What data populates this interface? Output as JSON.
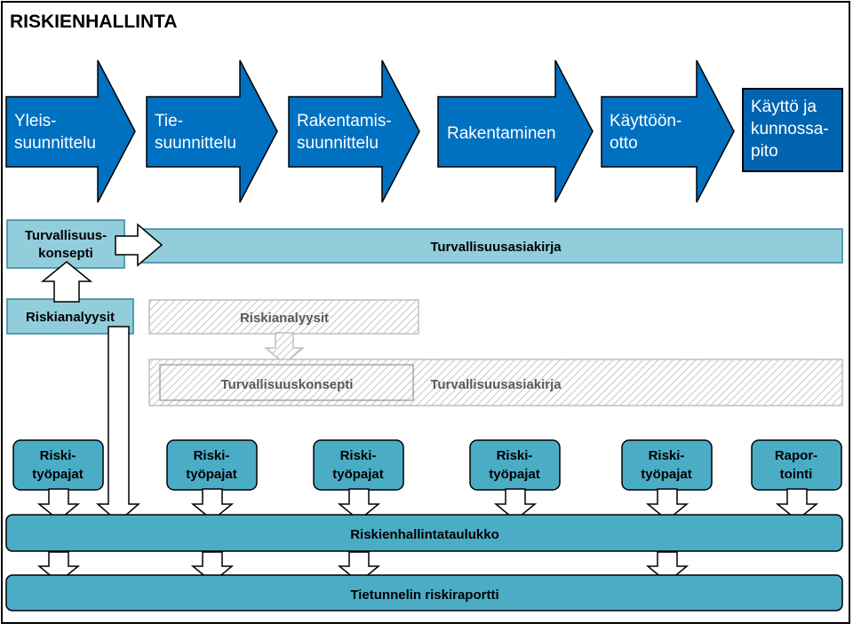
{
  "title": "RISKIENHALLINTA",
  "phases": [
    {
      "lines": [
        "Yleis-",
        "suunnittelu"
      ]
    },
    {
      "lines": [
        "Tie-",
        "suunnittelu"
      ]
    },
    {
      "lines": [
        "Rakentamis-",
        "suunnittelu"
      ]
    },
    {
      "lines": [
        "Rakentaminen"
      ]
    },
    {
      "lines": [
        "Käyttöön-",
        "otto"
      ]
    },
    {
      "lines": [
        "Käyttö ja",
        "kunnossa-",
        "pito"
      ]
    }
  ],
  "safety_concept": {
    "lines": [
      "Turvallisuus-",
      "konsepti"
    ]
  },
  "safety_document": "Turvallisuusasiakirja",
  "risk_analyses": "Riskianalyysit",
  "future": {
    "risk_analyses": "Riskianalyysit",
    "safety_concept": "Turvallisuuskonsepti",
    "safety_document": "Turvallisuusasiakirja"
  },
  "workshops": [
    {
      "lines": [
        "Riski-",
        "työpajat"
      ]
    },
    {
      "lines": [
        "Riski-",
        "työpajat"
      ]
    },
    {
      "lines": [
        "Riski-",
        "työpajat"
      ]
    },
    {
      "lines": [
        "Riski-",
        "työpajat"
      ]
    },
    {
      "lines": [
        "Riski-",
        "työpajat"
      ]
    },
    {
      "lines": [
        "Rapor-",
        "tointi"
      ]
    }
  ],
  "risk_table": "Riskienhallintataulukko",
  "tunnel_report": "Tietunnelin riskiraportti",
  "colors": {
    "phase_fill": "#0070C0",
    "phase_dark": "#0064B0",
    "light_blue": "#92CDDC",
    "mid_blue": "#4BACC6",
    "hatch_gray": "#BFBFBF",
    "gray_text": "#595959"
  }
}
